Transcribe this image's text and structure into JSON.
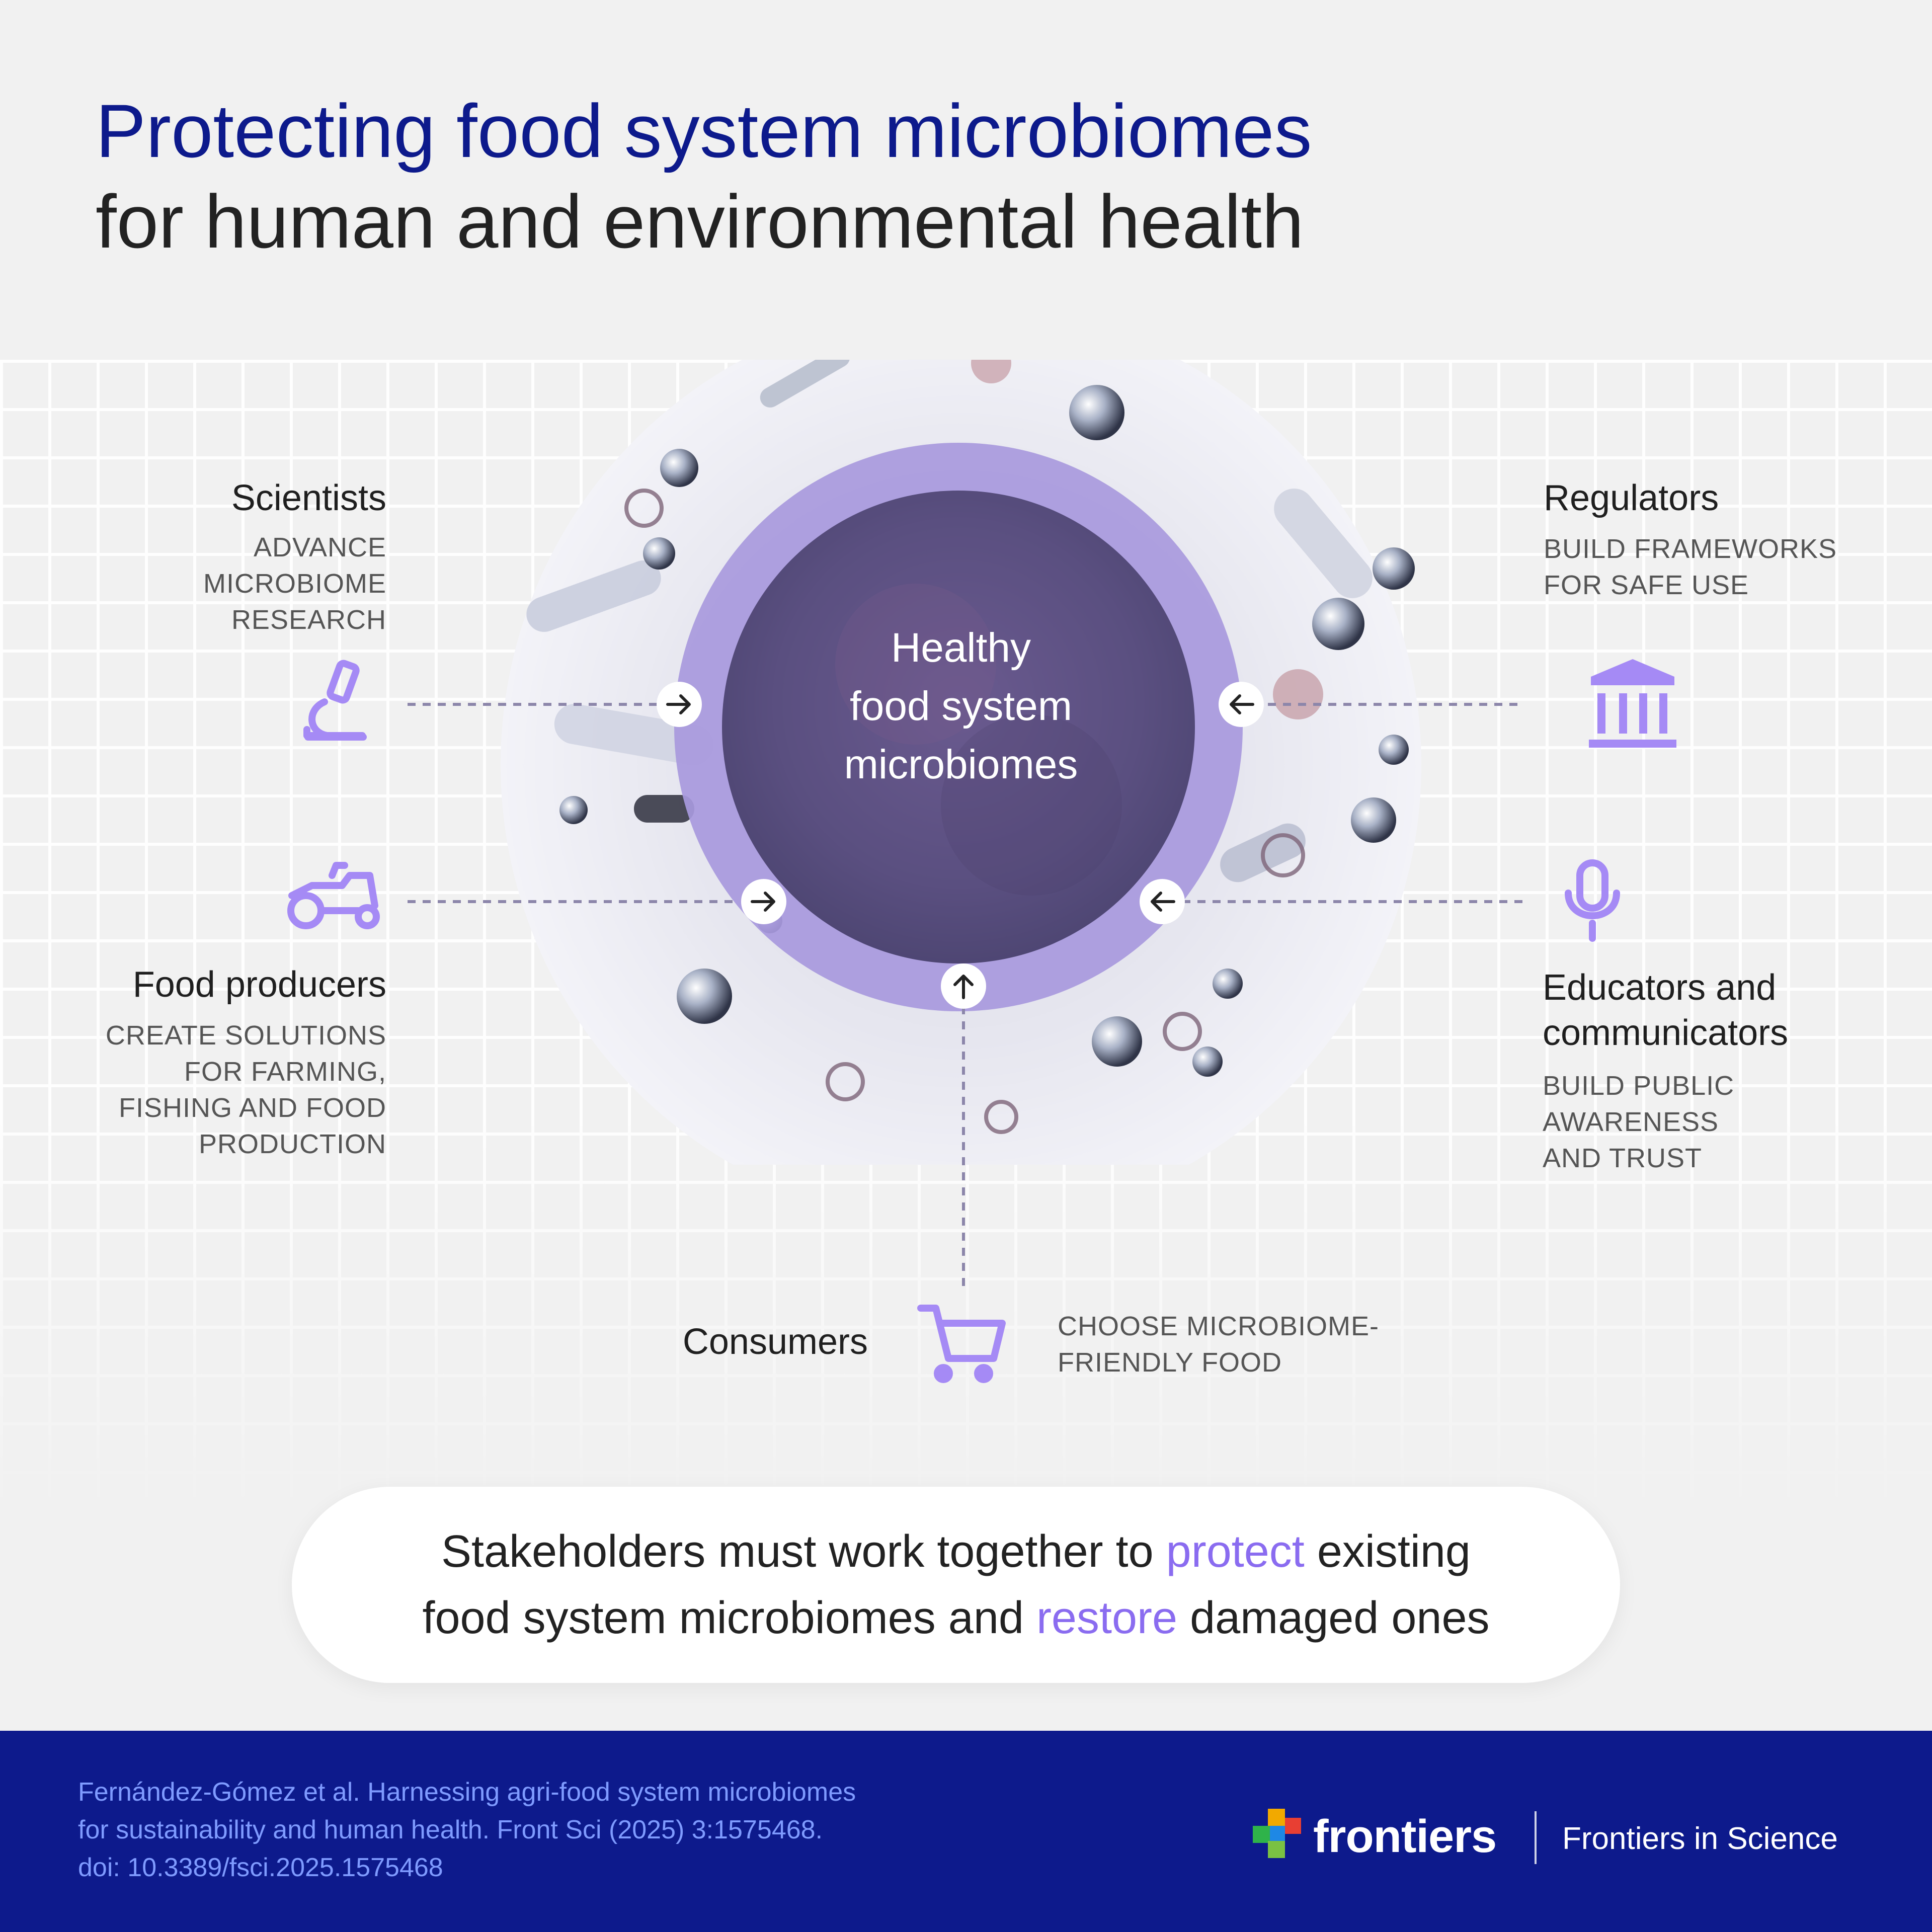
{
  "title": {
    "line1": "Protecting food system microbiomes",
    "line2": "for human and environmental health"
  },
  "center": {
    "label": "Healthy\nfood system\nmicrobiomes"
  },
  "stakeholders": {
    "scientists": {
      "name": "Scientists",
      "desc": "ADVANCE\nMICROBIOME\nRESEARCH",
      "icon": "microscope-icon"
    },
    "regulators": {
      "name": "Regulators",
      "desc": "BUILD FRAMEWORKS\nFOR SAFE USE",
      "icon": "institution-icon"
    },
    "food_producers": {
      "name": "Food producers",
      "desc": "CREATE SOLUTIONS\nFOR FARMING,\nFISHING AND FOOD\nPRODUCTION",
      "icon": "tractor-icon"
    },
    "educators": {
      "name": "Educators and\ncommunicators",
      "desc": "BUILD PUBLIC\nAWARENESS\nAND TRUST",
      "icon": "microphone-icon"
    },
    "consumers": {
      "name": "Consumers",
      "desc": "CHOOSE MICROBIOME-\nFRIENDLY FOOD",
      "icon": "shopping-cart-icon"
    }
  },
  "message": {
    "part1": "Stakeholders must work together to ",
    "highlight1": "protect",
    "part2": " existing",
    "part3": "food system microbiomes and ",
    "highlight2": "restore",
    "part4": " damaged ones"
  },
  "footer": {
    "citation": "Fernández-Gómez et al. Harnessing agri-food system microbiomes\nfor sustainability and human health. Front Sci (2025) 3:1575468.\ndoi: 10.3389/fsci.2025.1575468",
    "brand": "frontiers",
    "sub_brand": "Frontiers in Science"
  },
  "colors": {
    "title_blue": "#0d1a8c",
    "accent_purple": "#8a6cf0",
    "icon_purple": "#a58af5",
    "center_dark": "#5b5182",
    "ring_lavender": "#a899dd",
    "footer_blue": "#0d1a8c"
  }
}
